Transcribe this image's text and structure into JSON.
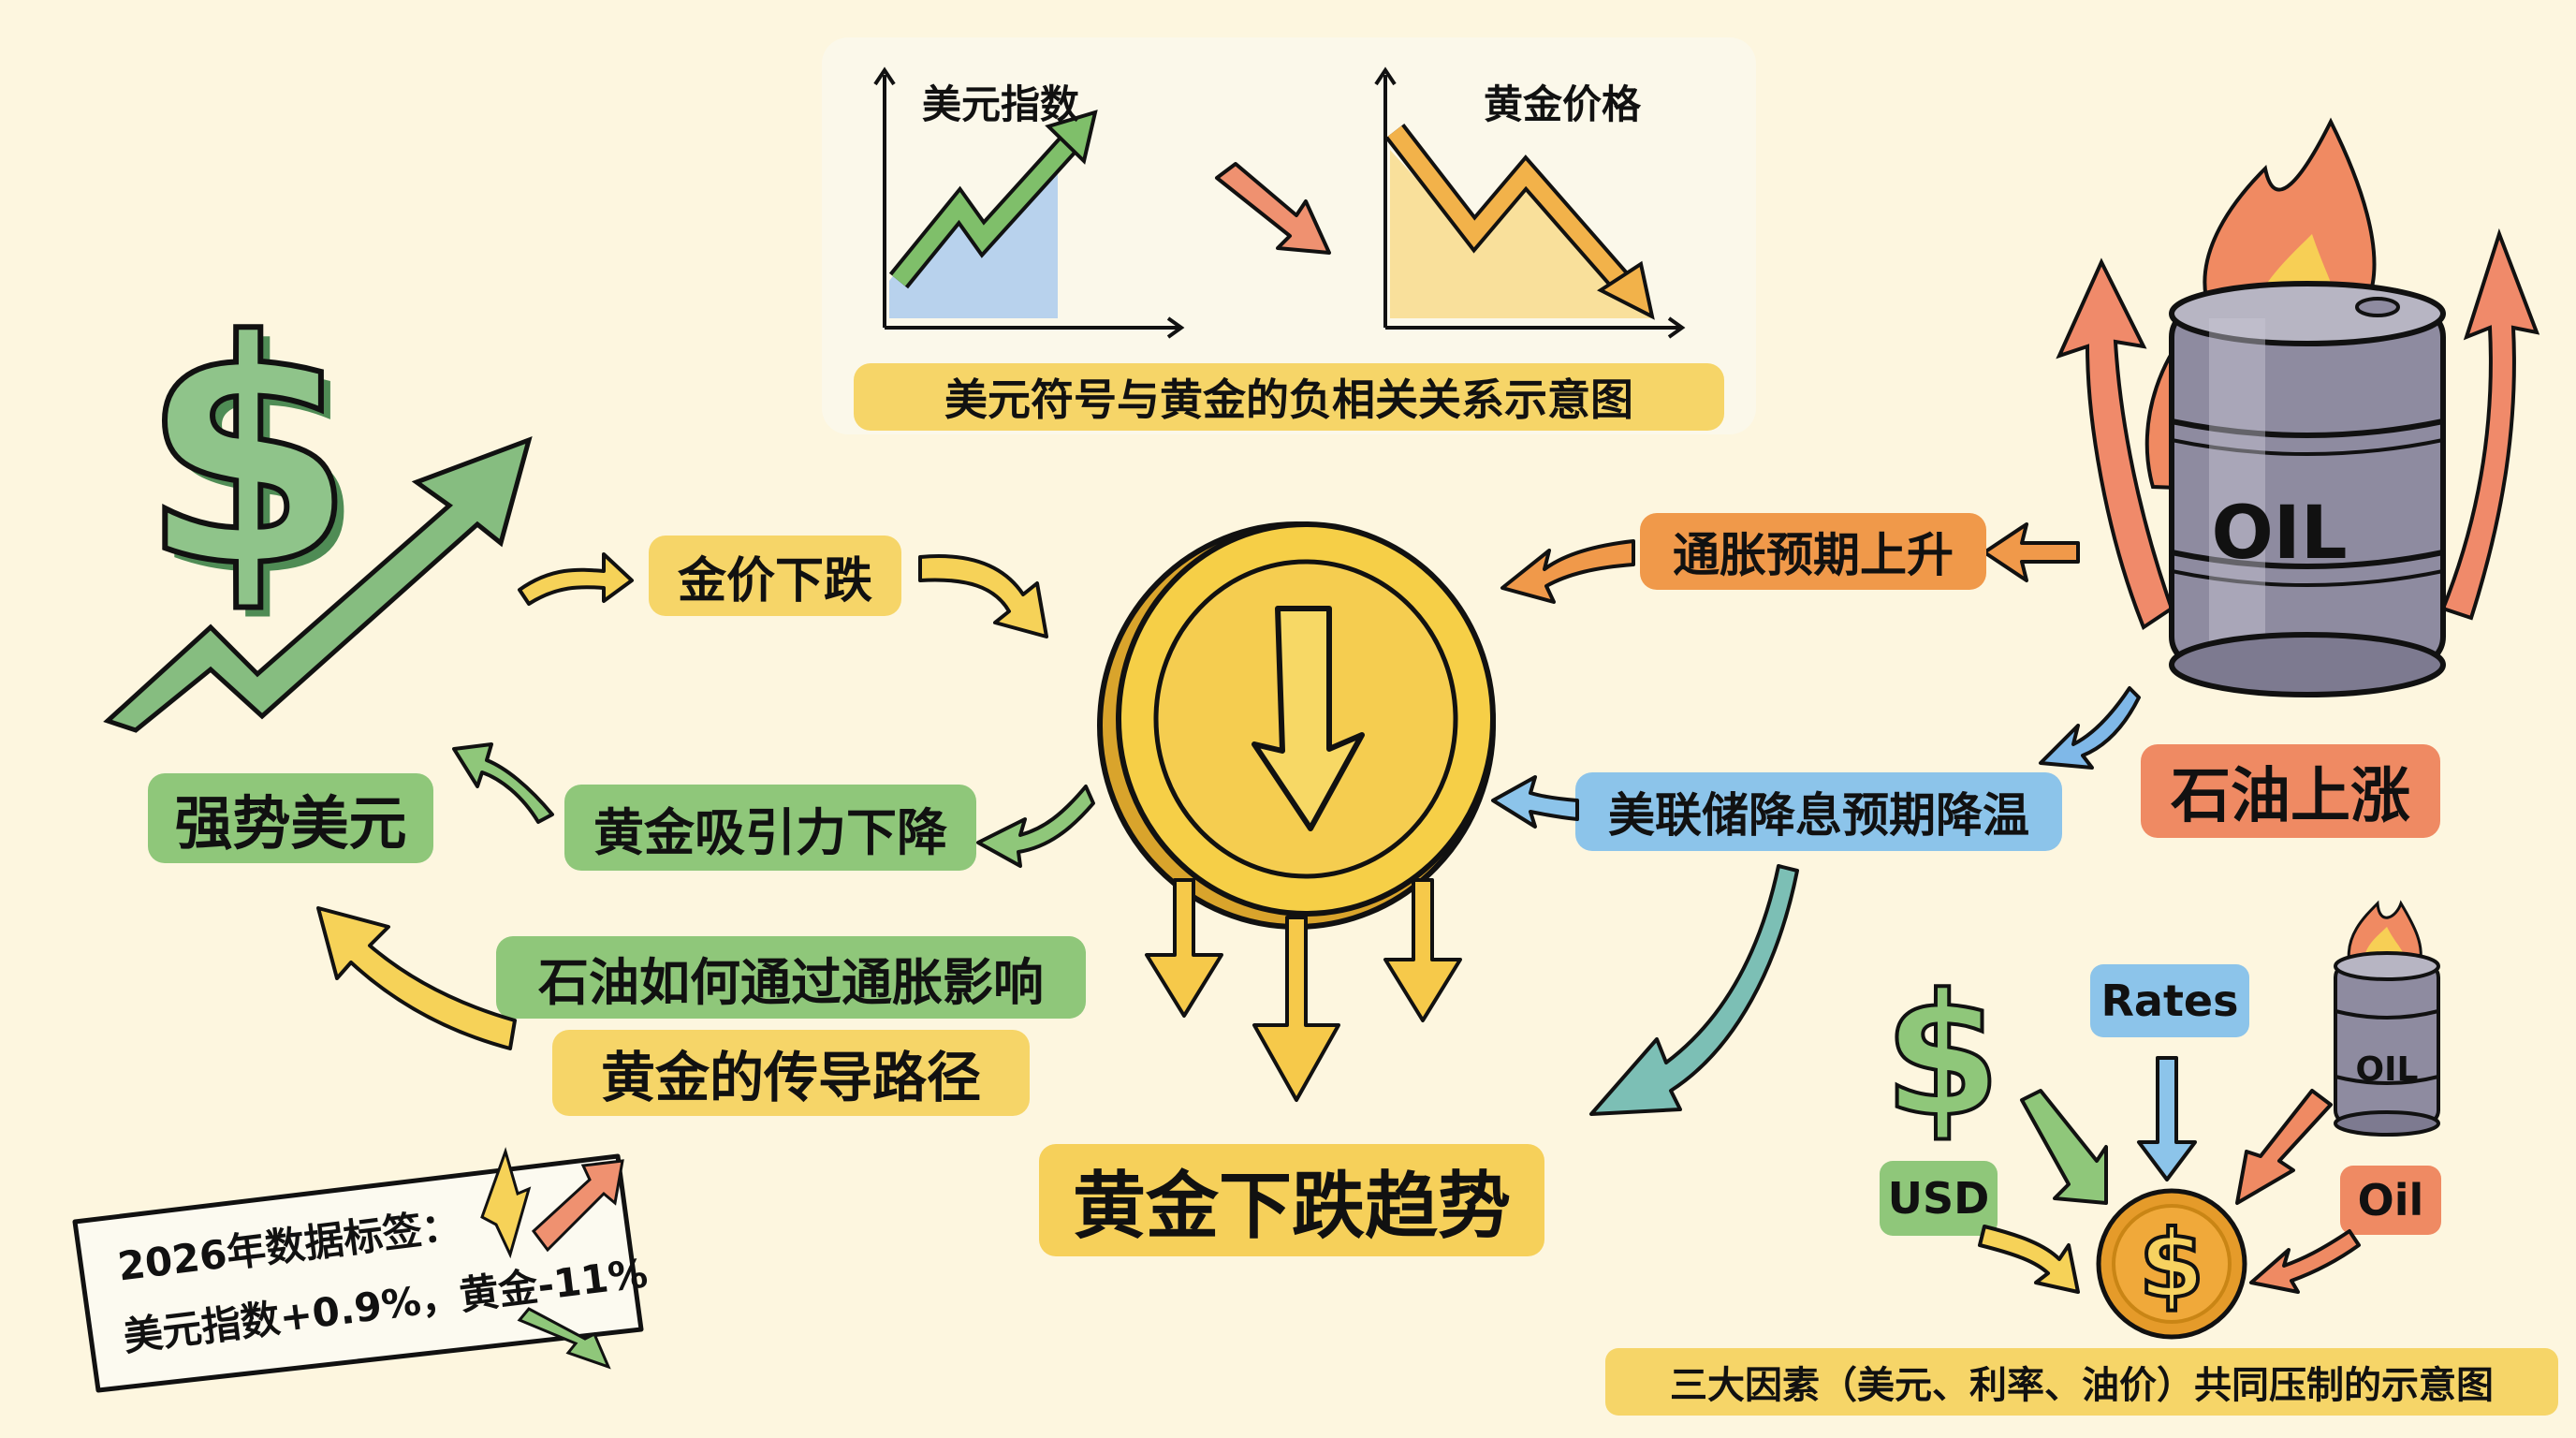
{
  "colors": {
    "background": "#fdf6df",
    "yellow": "#f7d356",
    "green": "#8fc77a",
    "orange": "#f0994a",
    "red_orange": "#ef8a63",
    "blue": "#8cc4ea",
    "coin_gold": "#f4c63d",
    "barrel_gray": "#8d8a9c"
  },
  "top_panel": {
    "left_chart_title": "美元指数",
    "right_chart_title": "黄金价格",
    "caption": "美元符号与黄金的负相关关系示意图"
  },
  "chart_data": [
    {
      "type": "line",
      "title": "美元指数",
      "trend": "up",
      "x": [
        0,
        1,
        2,
        3
      ],
      "values": [
        1,
        4,
        2,
        8
      ],
      "xlabel": "",
      "ylabel": "",
      "grid": false
    },
    {
      "type": "line",
      "title": "黄金价格",
      "trend": "down",
      "x": [
        0,
        1,
        2,
        3
      ],
      "values": [
        8,
        3,
        6,
        1
      ],
      "xlabel": "",
      "ylabel": "",
      "grid": false
    }
  ],
  "nodes": {
    "strong_dollar": "强势美元",
    "gold_price_falls": "金价下跌",
    "gold_appeal_declines": "黄金吸引力下降",
    "inflation_expectations_rise": "通胀预期上升",
    "fed_cut_expectations_cool": "美联储降息预期降温",
    "oil_rises": "石油上涨",
    "oil_label": "OIL",
    "gold_downtrend": "黄金下跌趋势",
    "path_title_line1": "石油如何通过通胀影响",
    "path_title_line2": "黄金的传导路径"
  },
  "data_note": {
    "line1": "2026年数据标签：",
    "line2": "美元指数+0.9%，黄金-11%"
  },
  "factors": {
    "usd": "USD",
    "rates": "Rates",
    "oil": "Oil",
    "barrel_label": "OIL",
    "coin_symbol": "$",
    "caption": "三大因素（美元、利率、油价）共同压制的示意图"
  },
  "icons": {
    "dollar_sign": "$",
    "coin_arrow": "down-arrow"
  }
}
